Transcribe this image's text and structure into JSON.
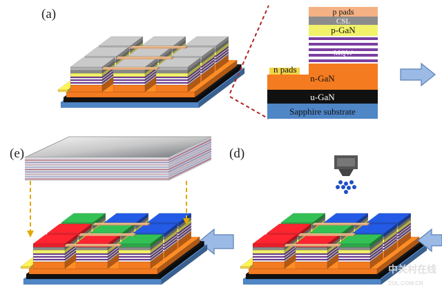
{
  "panels": {
    "a": "(a)",
    "d": "(d)",
    "e": "(e)"
  },
  "layers": {
    "p_pads": "p pads",
    "csl": "CSL",
    "p_gan": "p-GaN",
    "mqw": "MQW",
    "n_pads": "n pads",
    "n_gan": "n-GaN",
    "u_gan": "u-GaN",
    "substrate": "Sapphire substrate"
  },
  "watermark": {
    "text": "中关村在线",
    "sub": "ZOL.COM.CN"
  },
  "colors": {
    "substrate": "#4f86c6",
    "u_gan": "#111111",
    "n_gan": "#f47b20",
    "mqw": "#7b3fa0",
    "p_gan": "#f2f26a",
    "csl": "#8c8c8c",
    "p_pads": "#f4b183",
    "n_pads": "#f2d44a",
    "red": "#e8202a",
    "green": "#2ca84a",
    "blue": "#1f4fc8",
    "arrow": "#7ea6d8"
  }
}
